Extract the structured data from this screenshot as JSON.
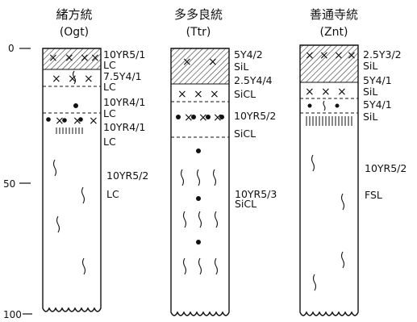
{
  "figure": {
    "depth_axis": {
      "ticks": [
        {
          "label": "0"
        },
        {
          "label": "50"
        },
        {
          "label": "100"
        }
      ]
    },
    "columns": [
      {
        "name": "緒方統",
        "code": "(Ogt)",
        "labels": [
          "10YR5/1",
          "LC",
          "7.5Y4/1",
          "LC",
          "10YR4/1",
          "LC",
          "10YR4/1",
          "LC",
          "10YR5/2",
          "LC"
        ]
      },
      {
        "name": "多多良統",
        "code": "(Ttr)",
        "labels": [
          "5Y4/2",
          "SiL",
          "2.5Y4/4",
          "SiCL",
          "10YR5/2",
          "SiCL",
          "10YR5/3",
          "SiCL"
        ]
      },
      {
        "name": "善通寺統",
        "code": "(Znt)",
        "labels": [
          "2.5Y3/2",
          "SiL",
          "5Y4/1",
          "SiL",
          "5Y4/1",
          "SiL",
          "10YR5/2",
          "FSL"
        ]
      }
    ]
  }
}
